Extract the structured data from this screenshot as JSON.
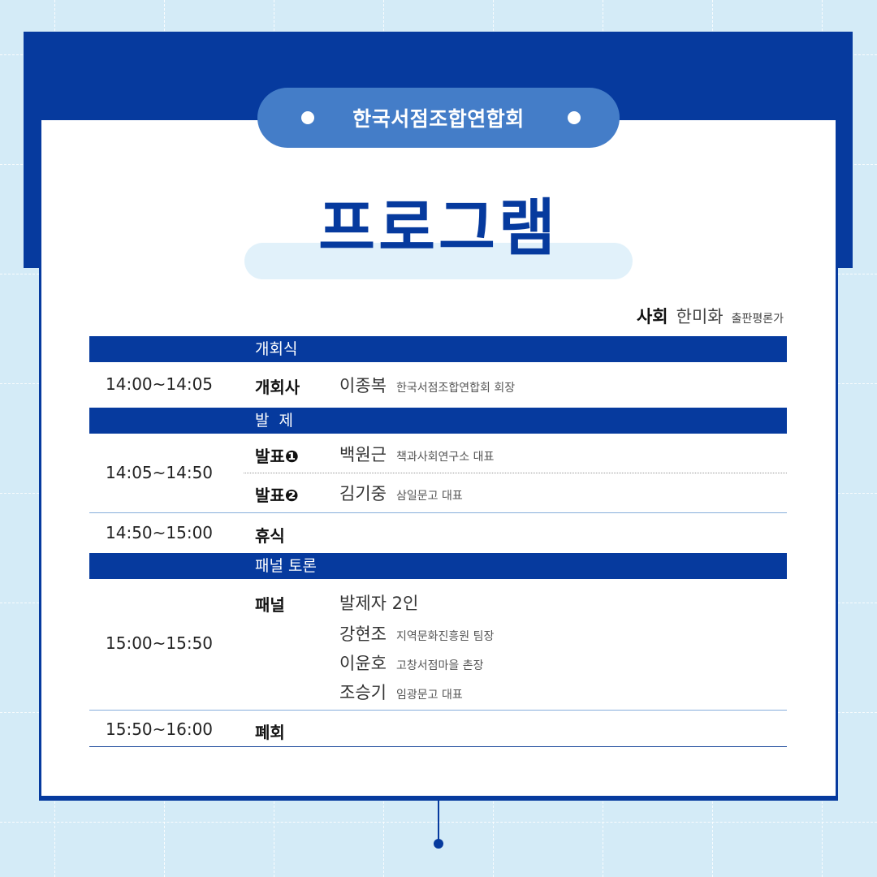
{
  "colors": {
    "background": "#d4ebf7",
    "primary": "#063a9e",
    "pill": "#447dc8",
    "title_highlight": "#e1f1fa",
    "separator": "#86aedb"
  },
  "header": {
    "organization": "한국서점조합연합회",
    "title": "프로그램"
  },
  "host": {
    "label": "사회",
    "name": "한미화",
    "role": "출판평론가"
  },
  "sections": [
    {
      "title": "개회식",
      "rows": [
        {
          "time": "14:00~14:05",
          "label": "개회사",
          "people": [
            {
              "name": "이종복",
              "role": "한국서점조합연합회 회장"
            }
          ]
        }
      ]
    },
    {
      "title": "발  제",
      "rows": [
        {
          "time": "14:05~14:50",
          "entries": [
            {
              "label": "발표❶",
              "name": "백원근",
              "role": "책과사회연구소 대표"
            },
            {
              "label": "발표❷",
              "name": "김기중",
              "role": "삼일문고 대표"
            }
          ]
        },
        {
          "time": "14:50~15:00",
          "label": "휴식"
        }
      ]
    },
    {
      "title": "패널 토론",
      "rows": [
        {
          "time": "15:00~15:50",
          "label": "패널",
          "people": [
            {
              "name": "발제자 2인",
              "role": ""
            },
            {
              "name": "강현조",
              "role": "지역문화진흥원 팀장"
            },
            {
              "name": "이윤호",
              "role": "고창서점마을 촌장"
            },
            {
              "name": "조승기",
              "role": "임광문고 대표"
            }
          ]
        },
        {
          "time": "15:50~16:00",
          "label": "폐회"
        }
      ]
    }
  ]
}
